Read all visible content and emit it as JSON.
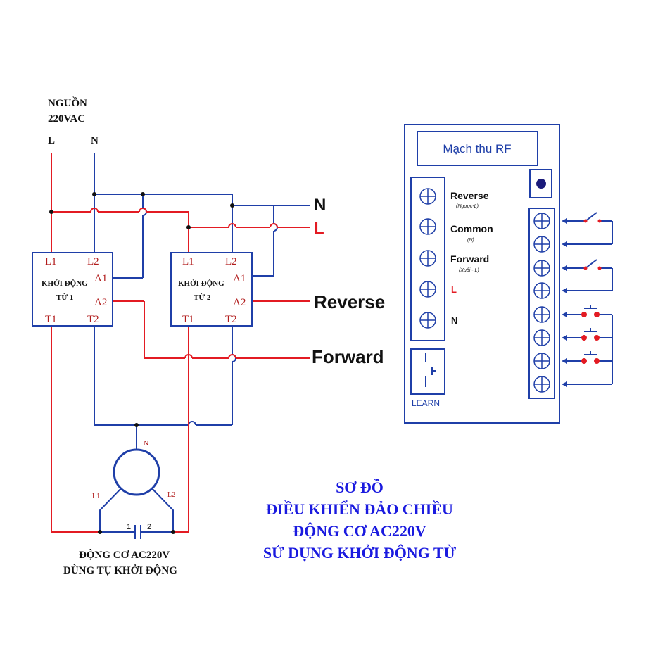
{
  "colors": {
    "live": "#e31b23",
    "neutral": "#1f3fa8",
    "box": "#1f3fa8",
    "title": "#1a1adf",
    "text": "#111111"
  },
  "power": {
    "heading_line1": "NGUỒN",
    "heading_line2": "220VAC",
    "l_label": "L",
    "n_label": "N"
  },
  "bus_labels": {
    "n": "N",
    "l": "L",
    "reverse": "Reverse",
    "forward": "Forward"
  },
  "contactor1": {
    "name_line1": "KHỞI ĐỘNG",
    "name_line2": "TỪ 1",
    "pins": {
      "l1": "L1",
      "l2": "L2",
      "a1": "A1",
      "a2": "A2",
      "t1": "T1",
      "t2": "T2"
    }
  },
  "contactor2": {
    "name_line1": "KHỞI ĐỘNG",
    "name_line2": "TỪ 2",
    "pins": {
      "l1": "L1",
      "l2": "L2",
      "a1": "A1",
      "a2": "A2",
      "t1": "T1",
      "t2": "T2"
    }
  },
  "motor": {
    "n_label": "N",
    "l1_label": "L1",
    "l2_label": "L2",
    "cap_pin1": "1",
    "cap_pin2": "2",
    "caption_line1": "ĐỘNG CƠ AC220V",
    "caption_line2": "DÙNG TỤ KHỞI ĐỘNG"
  },
  "rf_module": {
    "title": "Mạch thu RF",
    "terminals": [
      {
        "label": "Reverse",
        "sub": "(Ngược-L)"
      },
      {
        "label": "Common",
        "sub": "(N)"
      },
      {
        "label": "Forward",
        "sub": "(Xuôi - L)"
      },
      {
        "label": "L",
        "sub": ""
      },
      {
        "label": "N",
        "sub": ""
      }
    ],
    "learn_label": "LEARN"
  },
  "title_block": {
    "line1": "SƠ ĐỒ",
    "line2": "ĐIỀU KHIỂN ĐẢO CHIỀU",
    "line3": "ĐỘNG CƠ AC220V",
    "line4": "SỬ DỤNG KHỞI ĐỘNG TỪ"
  }
}
